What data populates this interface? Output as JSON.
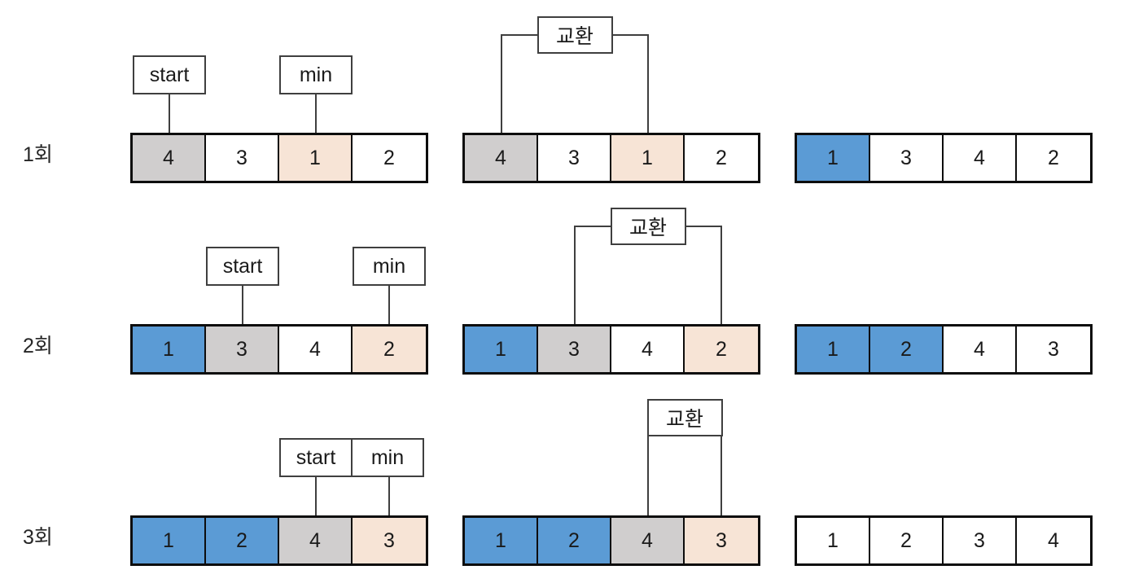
{
  "diagram": {
    "title": "selection-sort-steps",
    "pointer_labels": {
      "start": "start",
      "min": "min"
    },
    "swap_label": "교환",
    "colors": {
      "gray": "#d0cece",
      "peach": "#f7e4d6",
      "blue": "#5b9bd5",
      "white": "#ffffff",
      "border": "#0d0d0d",
      "line": "#3f3f3f"
    },
    "rounds": [
      {
        "label": "1회",
        "before": {
          "values": [
            "4",
            "3",
            "1",
            "2"
          ],
          "fills": [
            "gray",
            "white",
            "peach",
            "white"
          ],
          "start_index": 0,
          "min_index": 2
        },
        "swap": {
          "values": [
            "4",
            "3",
            "1",
            "2"
          ],
          "fills": [
            "gray",
            "white",
            "peach",
            "white"
          ],
          "left_index": 0,
          "right_index": 2
        },
        "after": {
          "values": [
            "1",
            "3",
            "4",
            "2"
          ],
          "fills": [
            "blue",
            "white",
            "white",
            "white"
          ]
        }
      },
      {
        "label": "2회",
        "before": {
          "values": [
            "1",
            "3",
            "4",
            "2"
          ],
          "fills": [
            "blue",
            "gray",
            "white",
            "peach"
          ],
          "start_index": 1,
          "min_index": 3
        },
        "swap": {
          "values": [
            "1",
            "3",
            "4",
            "2"
          ],
          "fills": [
            "blue",
            "gray",
            "white",
            "peach"
          ],
          "left_index": 1,
          "right_index": 3
        },
        "after": {
          "values": [
            "1",
            "2",
            "4",
            "3"
          ],
          "fills": [
            "blue",
            "blue",
            "white",
            "white"
          ]
        }
      },
      {
        "label": "3회",
        "before": {
          "values": [
            "1",
            "2",
            "4",
            "3"
          ],
          "fills": [
            "blue",
            "blue",
            "gray",
            "peach"
          ],
          "start_index": 2,
          "min_index": 3
        },
        "swap": {
          "values": [
            "1",
            "2",
            "4",
            "3"
          ],
          "fills": [
            "blue",
            "blue",
            "gray",
            "peach"
          ],
          "left_index": 2,
          "right_index": 3
        },
        "after": {
          "values": [
            "1",
            "2",
            "3",
            "4"
          ],
          "fills": [
            "white",
            "white",
            "white",
            "white"
          ]
        }
      }
    ]
  }
}
